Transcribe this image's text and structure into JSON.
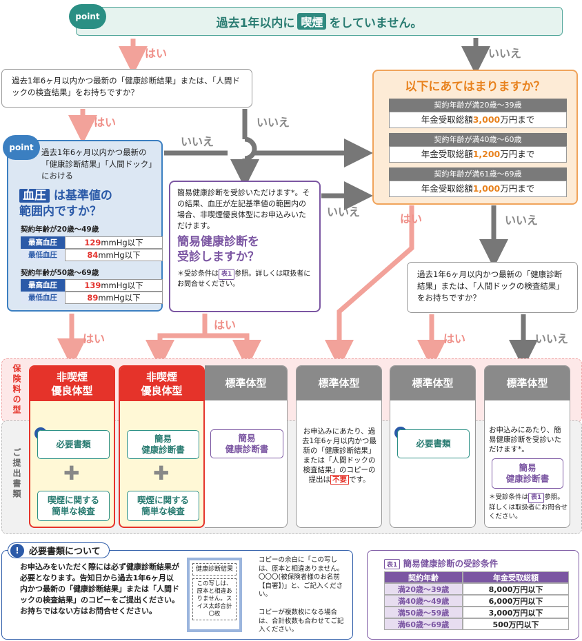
{
  "point_label": "point",
  "top": {
    "pre": "過去1年以内に",
    "highlight": "喫煙",
    "post": "をしていません。"
  },
  "labels": {
    "yes": "はい",
    "no": "いいえ"
  },
  "q1": {
    "text": "過去1年6ヶ月以内かつ最新の「健康診断結果」または、「人間ドックの検査結果」をお持ちですか？"
  },
  "bp": {
    "intro": "過去1年6ヶ月以内かつ最新の「健康診断結果」「人間ドック」における",
    "tag": "血圧",
    "q_after_tag": "は基準値の",
    "q_line2": "範囲内ですか？",
    "groups": [
      {
        "age": "契約年齢が20歳～49歳",
        "rows": [
          {
            "k": "最高血圧",
            "num": "129",
            "unit": "mmHg以下"
          },
          {
            "k": "最低血圧",
            "num": "84",
            "unit": "mmHg以下"
          }
        ]
      },
      {
        "age": "契約年齢が50歳～69歳",
        "rows": [
          {
            "k": "最高血圧",
            "num": "139",
            "unit": "mmHg以下"
          },
          {
            "k": "最低血圧",
            "num": "89",
            "unit": "mmHg以下"
          }
        ]
      }
    ]
  },
  "simple_box": {
    "text": "簡易健康診断を受診いただけます*。その結果、血圧が左記基準値の範囲内の場合、非喫煙優良体型にお申込みいただけます。",
    "big1": "簡易健康診断を",
    "big2": "受診しますか？",
    "note_pre": "＊受診条件は",
    "note_tag": "表1",
    "note_post": "参照。詳しくは取扱者にお問合せください。"
  },
  "orange": {
    "title": "以下にあてはまりますか？",
    "rows": [
      {
        "head": "契約年齢が満20歳～39歳",
        "pre": "年金受取総額",
        "num": "3,000",
        "post": "万円まで"
      },
      {
        "head": "契約年齢が満40歳～60歳",
        "pre": "年金受取総額",
        "num": "1,200",
        "post": "万円まで"
      },
      {
        "head": "契約年齢が満61歳～69歳",
        "pre": "年金受取総額",
        "num": "1,000",
        "post": "万円まで"
      }
    ]
  },
  "q2": {
    "text": "過去1年6ヶ月以内かつ最新の「健康診断結果」または、「人間ドックの検査結果」をお持ちですか？"
  },
  "band_labels": {
    "premium": "保険料の型",
    "docs": "ご提出書類"
  },
  "columns": [
    {
      "title1": "非喫煙",
      "title2": "優良体型"
    },
    {
      "title1": "非喫煙",
      "title2": "優良体型"
    },
    {
      "title1": "標準体型"
    },
    {
      "title1": "標準体型"
    },
    {
      "title1": "標準体型"
    },
    {
      "title1": "標準体型"
    }
  ],
  "docs": {
    "required": "必要書類",
    "smoking_test1": "喫煙に関する",
    "smoking_test2": "簡単な検査",
    "simple_cert1": "簡易",
    "simple_cert2": "健康診断書",
    "col4_pre": "お申込みにあたり、過去1年6ヶ月以内かつ最新の「健康診断結果」または「人間ドックの検査結果」のコピーの提出は",
    "col4_tag": "不要",
    "col4_post": "です。",
    "col6_text": "お申込みにあたり、簡易健康診断を受診いただけます*。",
    "col6_note_pre": "＊受診条件は",
    "col6_note_tag": "表1",
    "col6_note_post": "参照。詳しくは取扱者にお問合せください。"
  },
  "required_docs": {
    "title": "必要書類について",
    "text": "お申込みをいただく際には必ず健康診断結果が必要となります。告知日から過去1年6ヶ月以内かつ最新の「健康診断結果」または「人間ドックの検査結果」のコピーをご提出ください。お持ちではない方はお問合せください。",
    "sample_head": "健康診断結果",
    "sample_body": "この写しは、原本と相違ありません。スイス太郎合計〇枚",
    "note1": "コピーの余白に「この写しは、原本と相違ありません。〇〇〇(被保険者様のお名前【自署】)」と、ご記入ください。",
    "note2": "コピーが複数枚になる場合は、合計枚数も合わせてご記入ください。"
  },
  "conditions": {
    "tag": "表1",
    "title": "簡易健康診断の受診条件",
    "head": [
      "契約年齢",
      "年金受取総額"
    ],
    "rows": [
      [
        "満20歳～39歳",
        "8,000万円以下"
      ],
      [
        "満40歳～49歳",
        "6,000万円以下"
      ],
      [
        "満50歳～59歳",
        "3,000万円以下"
      ],
      [
        "満60歳～69歳",
        "500万円以下"
      ]
    ]
  },
  "colors": {
    "teal": "#2a8f84",
    "blue": "#2b5aa8",
    "orange": "#e8821e",
    "red": "#e5332a",
    "purple": "#7b56a2",
    "pink_arrow": "#f2a29a",
    "gray_arrow": "#888888"
  }
}
